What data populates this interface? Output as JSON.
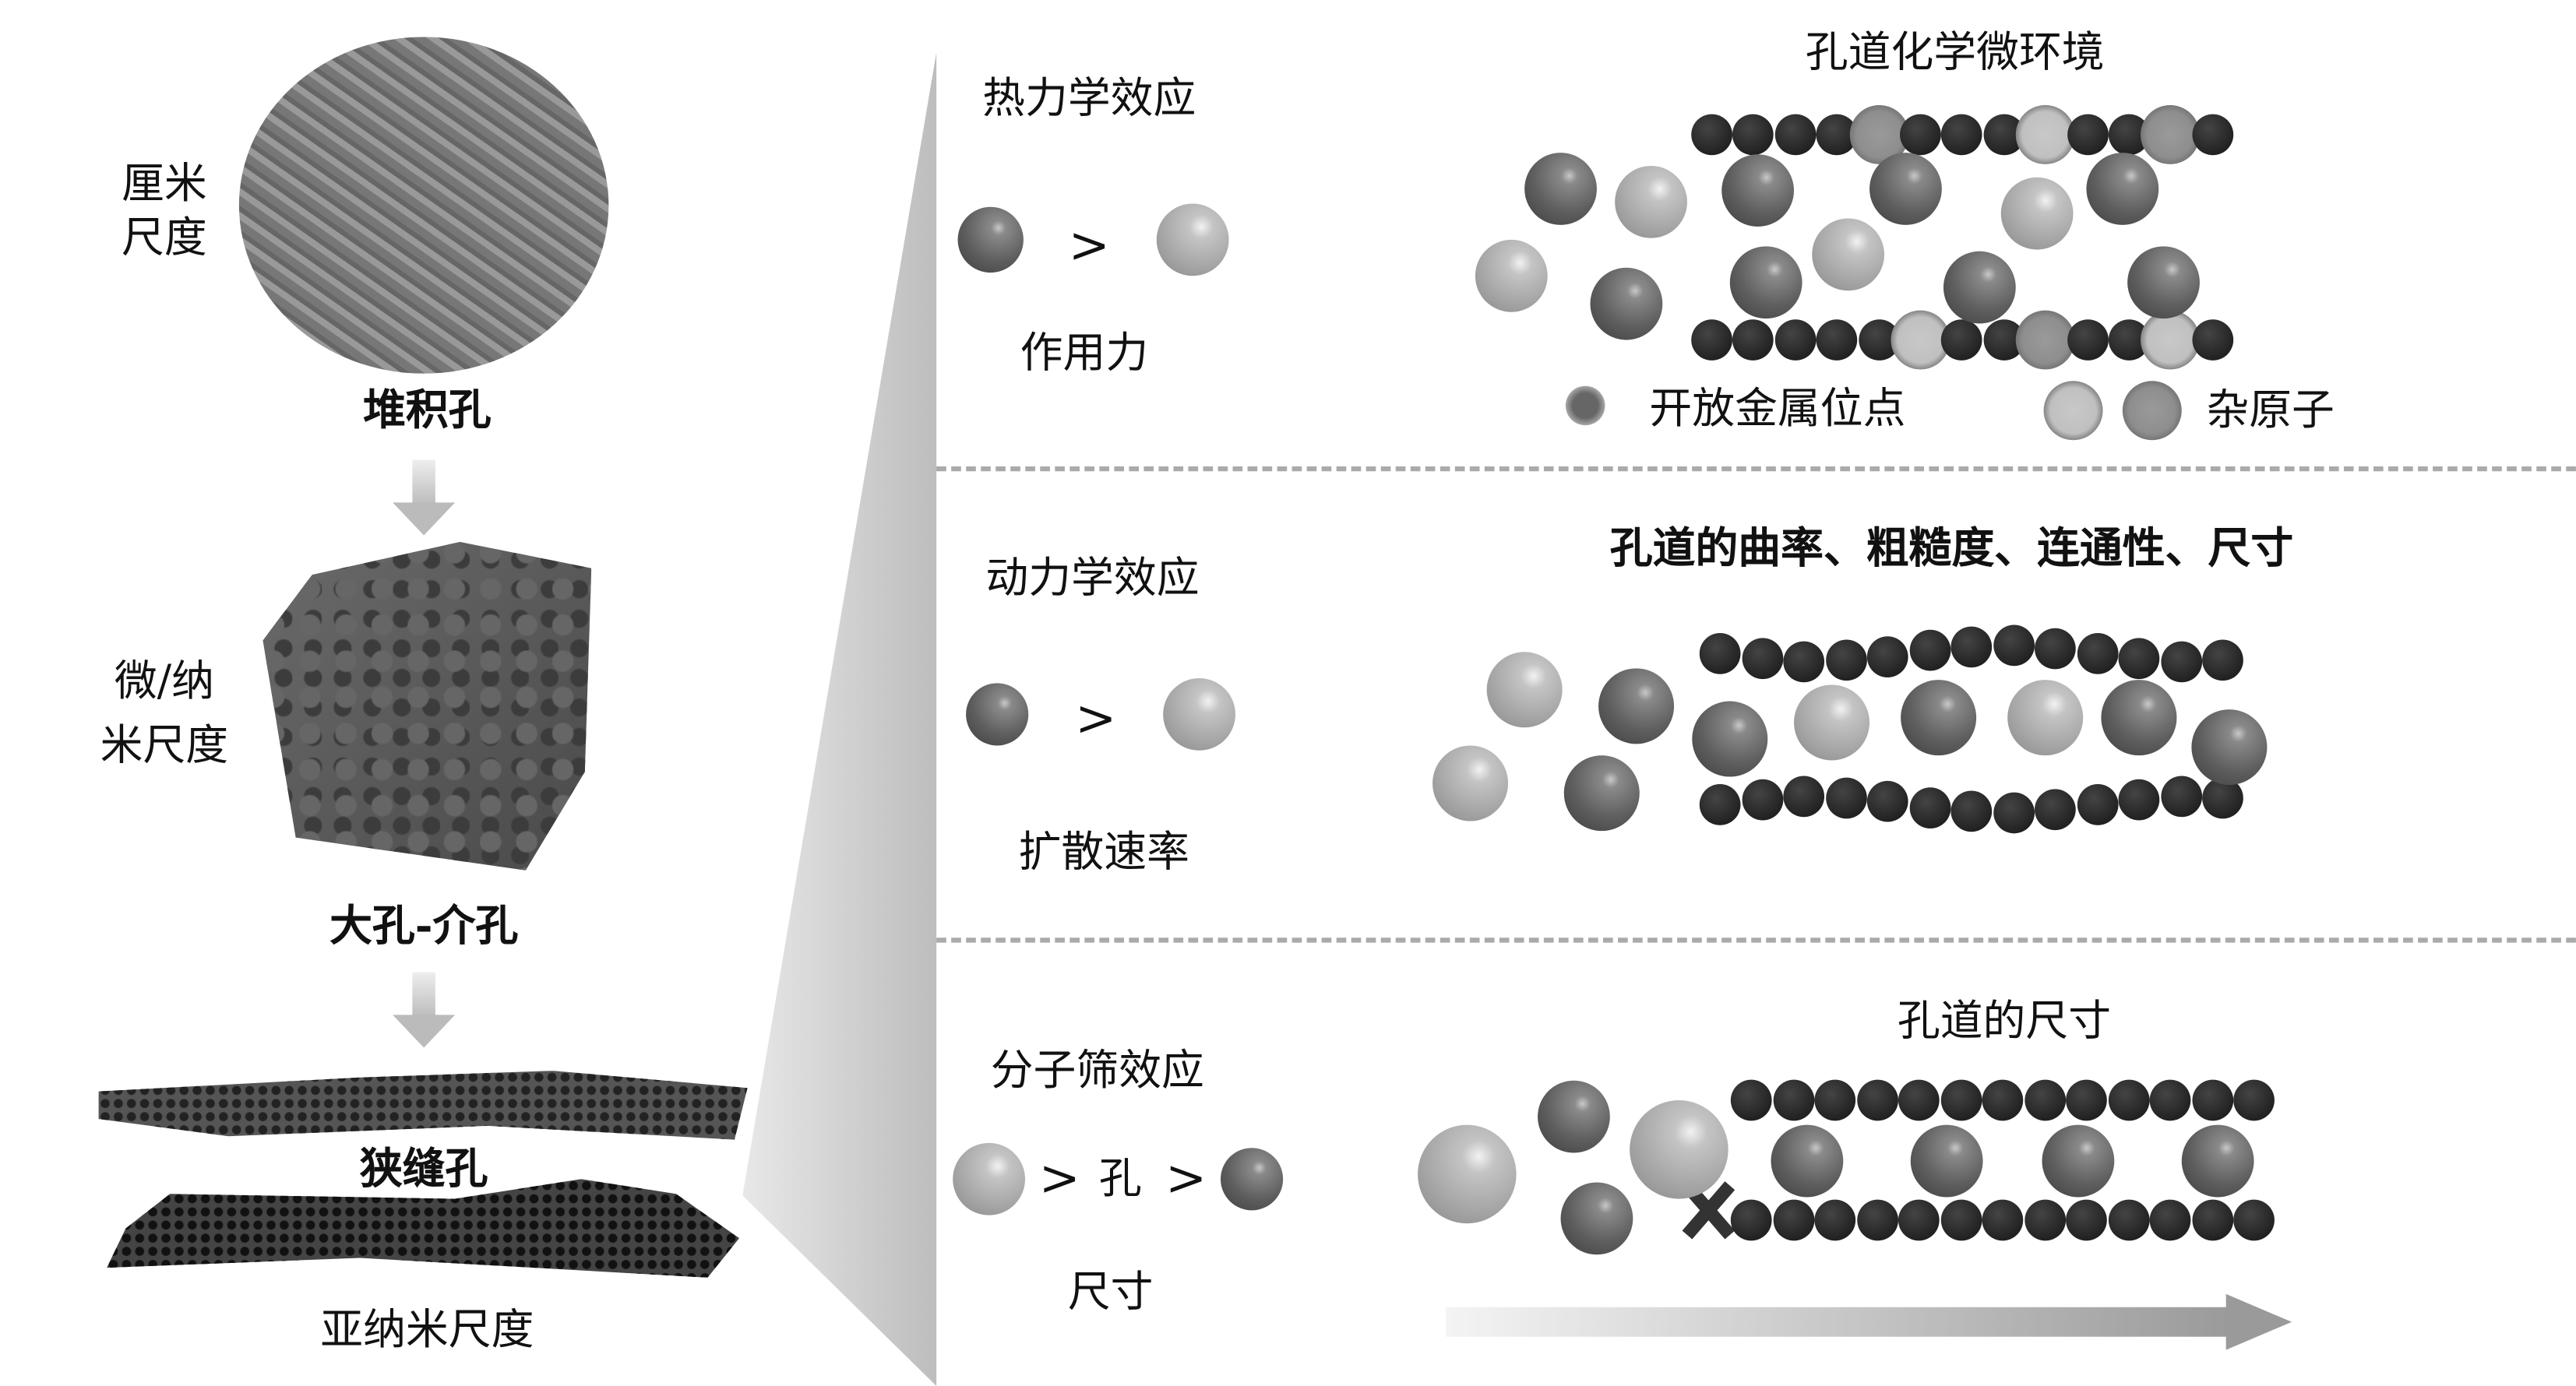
{
  "left": {
    "scale_cm": [
      "厘米",
      "尺度"
    ],
    "pore_packing": "堆积孔",
    "scale_micro_nano": [
      "微/纳",
      "米尺度"
    ],
    "pore_macro_meso": "大孔-介孔",
    "pore_slit": "狭缝孔",
    "scale_subnano": "亚纳米尺度"
  },
  "panels": [
    {
      "effect": "热力学效应",
      "compare": ">",
      "caption": "作用力",
      "title": "孔道化学微环境",
      "legend": {
        "open_metal_site": "开放金属位点",
        "heteroatom": "杂原子"
      }
    },
    {
      "effect": "动力学效应",
      "compare": ">",
      "caption": "扩散速率",
      "title": "孔道的曲率、粗糙度、连通性、尺寸"
    },
    {
      "effect": "分子筛效应",
      "compare": ">",
      "pore_label": "孔",
      "caption": "尺寸",
      "title": "孔道的尺寸"
    }
  ],
  "colors": {
    "wall": "#222222",
    "dark_molecule": "#5e5e5e",
    "light_molecule": "#a2a2a2",
    "divider": "#aaaaaa"
  }
}
